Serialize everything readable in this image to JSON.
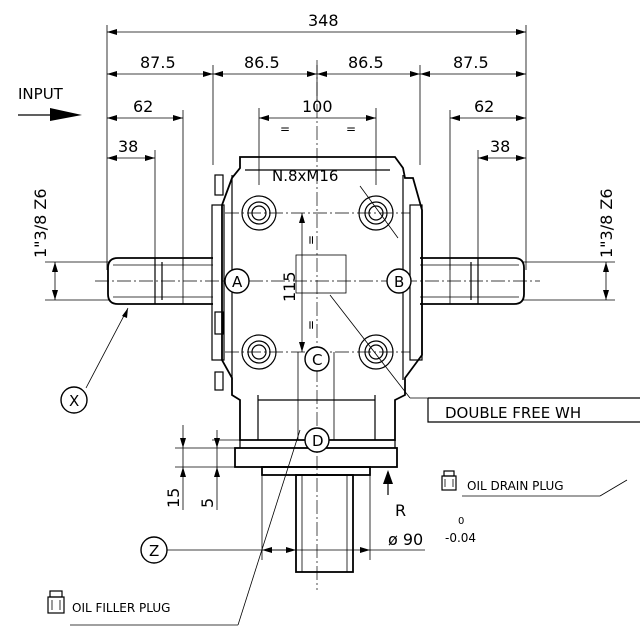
{
  "dimensions": {
    "overall_width": "348",
    "left_outer": "87.5",
    "left_inner": "86.5",
    "right_inner": "86.5",
    "right_outer": "87.5",
    "left_shaft_62": "62",
    "right_shaft_62": "62",
    "bolt_spacing_h": "100",
    "equal_mark": "=",
    "left_38": "38",
    "right_38": "38",
    "bolt_spacing_v": "115",
    "flange_15": "15",
    "flange_5": "5",
    "radius": "R",
    "shaft_diameter": "ø 90",
    "tol_upper": "0",
    "tol_lower": "-0.04"
  },
  "labels": {
    "input": "INPUT",
    "spline_left": "1\"3/8 Z6",
    "spline_right": "1\"3/8 Z6",
    "bolts": "N.8xM16",
    "double_free_wheel": "DOUBLE FREE WH",
    "oil_drain_plug": "OIL DRAIN PLUG",
    "oil_filler_plug": "OIL FILLER PLUG"
  },
  "markers": {
    "a": "A",
    "b": "B",
    "c": "C",
    "d": "D",
    "x": "X",
    "z": "Z"
  }
}
